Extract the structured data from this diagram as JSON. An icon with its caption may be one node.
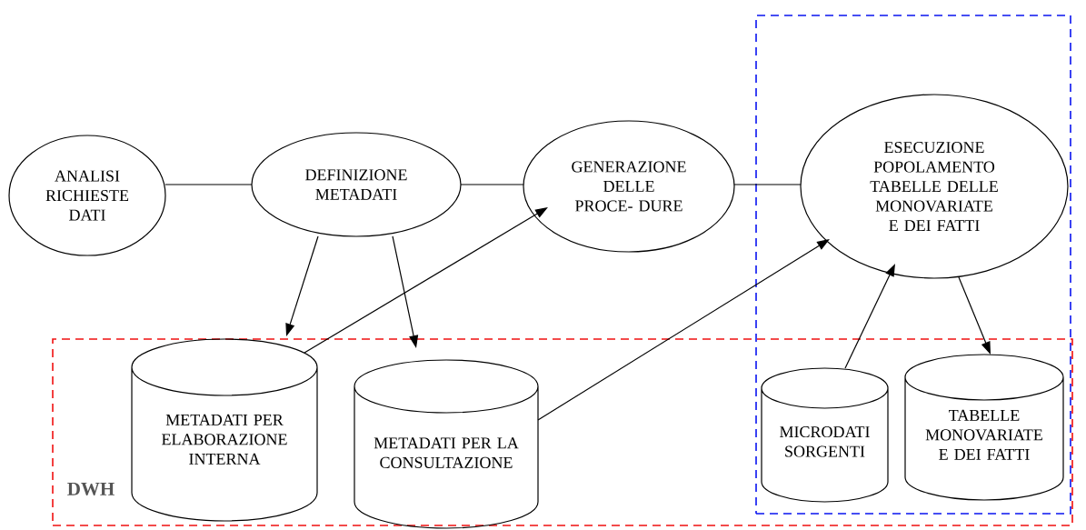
{
  "diagram": {
    "nodes": [
      {
        "text": [
          "ANALISI RICHIESTE DATI"
        ]
      },
      {
        "text": [
          "DEFINIZIONE METADATI"
        ]
      },
      {
        "text": [
          "GENERAZIONE DELLE PROCE- DURE"
        ]
      },
      {
        "text": [],
        "shape": "box"
      },
      {
        "text": [
          "ESECUZIONE POPOLAMENTO TABELLE DELLE MONOVARIATE E DEI FATTI"
        ],
        "in": 3
      },
      {
        "text": [
          "DWH"
        ]
      },
      {
        "text": [
          "METADATI PER ELABORAZIONE INTERNA"
        ],
        "in": 5
      },
      {
        "text": [
          "METADATI PER LA CONSULTAZIONE"
        ],
        "in": 5
      },
      {
        "text": [
          "MICRODATI SORGENTI"
        ]
      },
      {
        "text": [
          "TABELLE MONOVARIATE E DEI FATTI"
        ]
      }
    ],
    "edges": [
      {
        "from": 0,
        "to": 1,
        "arrow": "none"
      },
      {
        "from": 1,
        "to": 2,
        "arrow": "none"
      },
      {
        "from": 2,
        "to": 4,
        "arrow": "none"
      },
      {
        "from": 1,
        "to": 6,
        "arrow": "to"
      },
      {
        "from": 1,
        "to": 7,
        "arrow": "to"
      },
      {
        "from": 6,
        "to": 2,
        "arrow": "to"
      },
      {
        "from": 7,
        "to": 4,
        "arrow": "to"
      },
      {
        "from": 8,
        "to": 4,
        "arrow": "to"
      },
      {
        "from": 4,
        "to": 9,
        "arrow": "to"
      }
    ]
  }
}
